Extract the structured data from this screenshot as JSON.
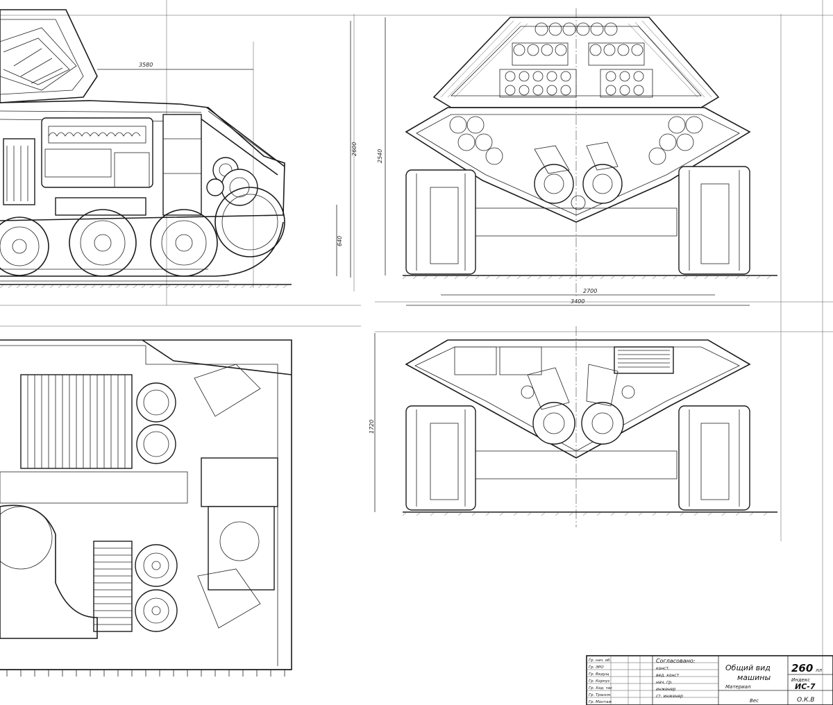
{
  "dimensions": {
    "side_length": "3580",
    "side_height": "2600",
    "ground_clearance": "640",
    "rear_height": "2540",
    "track_center": "2700",
    "overall_width": "3400",
    "section_height": "1720"
  },
  "title_block": {
    "drawing_title_line1": "Общий вид",
    "drawing_title_line2": "машины",
    "sheet_number": "260",
    "sheet_suffix": "лл",
    "index_label": "Индекс",
    "index_value": "ИС-7",
    "material_label": "Материал",
    "weight_label": "Вес",
    "dept": "О.К.В",
    "agreed_label": "Согласовано:",
    "approvals": [
      "конст.",
      "вед. конст",
      "нач. гр.",
      "инженер",
      "ст. инженер"
    ],
    "roles": [
      "Гр. нач. об.",
      "Гр. ЭРО",
      "Гр. Ведущ",
      "Гр. Корпус",
      "Гр. Ход. час",
      "Гр. Трансм.",
      "Гр. Монтаж"
    ]
  }
}
